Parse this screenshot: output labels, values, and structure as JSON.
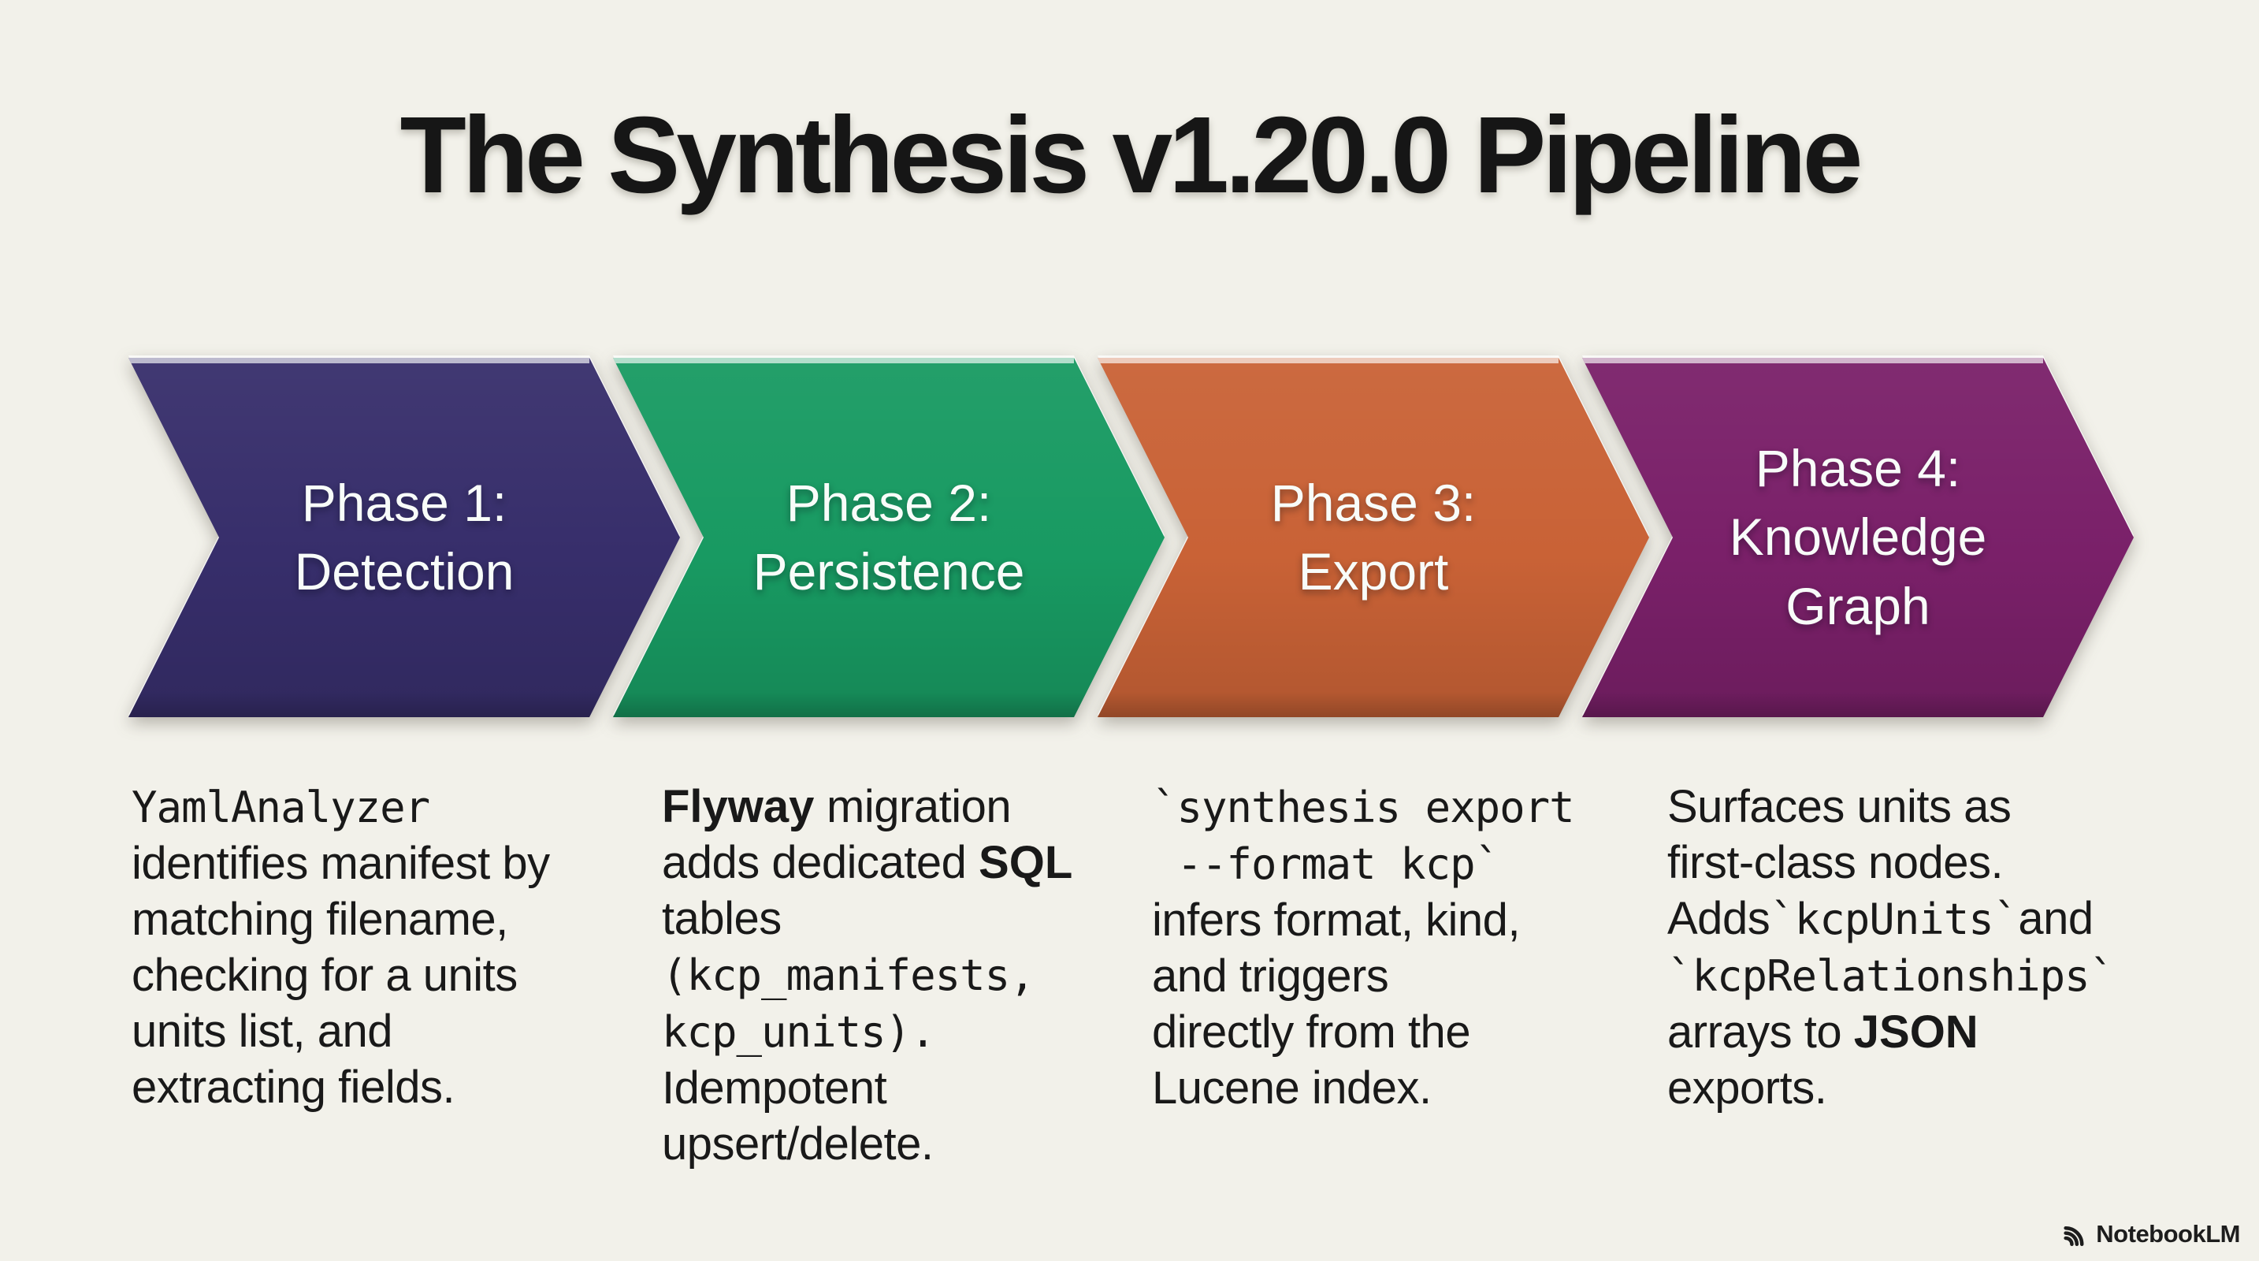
{
  "title": "The Synthesis v1.20.0 Pipeline",
  "phases": [
    {
      "line1": "Phase 1:",
      "line2": "Detection",
      "color": "#372e6b"
    },
    {
      "line1": "Phase 2:",
      "line2": "Persistence",
      "color": "#189a62"
    },
    {
      "line1": "Phase 3:",
      "line2": "Export",
      "color": "#c96236"
    },
    {
      "line1": "Phase 4:",
      "line2": "Knowledge Graph",
      "color": "#7a2069"
    }
  ],
  "desc": {
    "p1": {
      "l1": "YamlAnalyzer",
      "l2": "identifies manifest by",
      "l3": "matching filename,",
      "l4": "checking for a units",
      "l5": "units list, and",
      "l6": "extracting fields."
    },
    "p2": {
      "l1a": "Flyway",
      "l1b": " migration",
      "l2a": "adds dedicated ",
      "l2b": "SQL",
      "l3": "tables",
      "l4": "(kcp_manifests,",
      "l5": "kcp_units).",
      "l6": "Idempotent",
      "l7": "upsert/delete."
    },
    "p3": {
      "l1": "`synthesis export",
      "l2": " --format kcp`",
      "l3": "infers format, kind,",
      "l4": "and triggers",
      "l5": "directly from the",
      "l6": "Lucene index."
    },
    "p4": {
      "l1": "Surfaces units as",
      "l2": "first-class nodes.",
      "l3a": "Adds",
      "l3b": "`kcpUnits`",
      "l3c": "and",
      "l4": "`kcpRelationships`",
      "l5a": "arrays to ",
      "l5b": "JSON",
      "l6": "exports."
    }
  },
  "footer": {
    "brand": "NotebookLM"
  },
  "colors": {
    "background": "#f2f1ea",
    "title_text": "#161616",
    "body_text": "#191919",
    "phase_text": "#f8fcf9",
    "phase1": "#372e6b",
    "phase2": "#189a62",
    "phase3": "#c96236",
    "phase4": "#7a2069"
  }
}
